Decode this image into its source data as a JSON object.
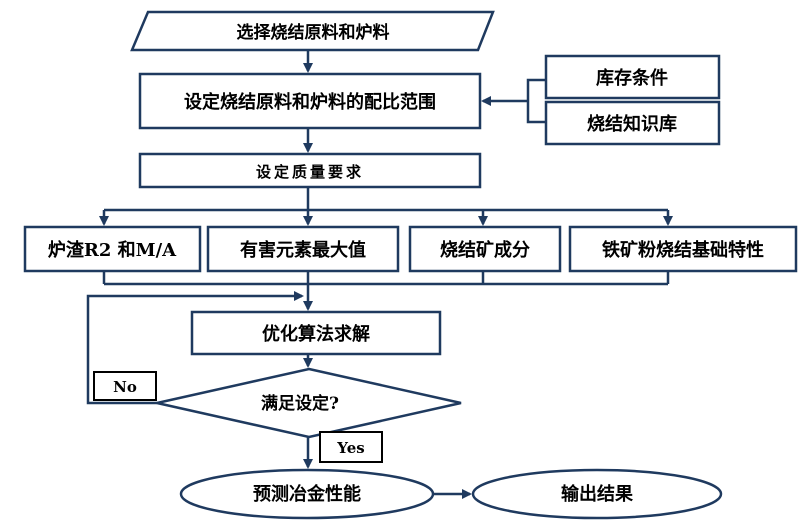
{
  "colors": {
    "stroke": "#1f3a5f",
    "background": "#ffffff",
    "text": "#000000"
  },
  "nodes": {
    "select_materials": "选择烧结原料和炉料",
    "set_ratio_range": "设定烧结原料和炉料的配比范围",
    "inventory": "库存条件",
    "knowledge_base": "烧结知识库",
    "quality_requirements": "设定质量要求",
    "slag": "炉渣R2 和M/A",
    "harmful_elements": "有害元素最大值",
    "sinter_composition": "烧结矿成分",
    "iron_ore_basic": "铁矿粉烧结基础特性",
    "optimize": "优化算法求解",
    "decision": "满足设定?",
    "no_label": "No",
    "yes_label": "Yes",
    "predict_metallurgy": "预测冶金性能",
    "output_results": "输出结果"
  }
}
